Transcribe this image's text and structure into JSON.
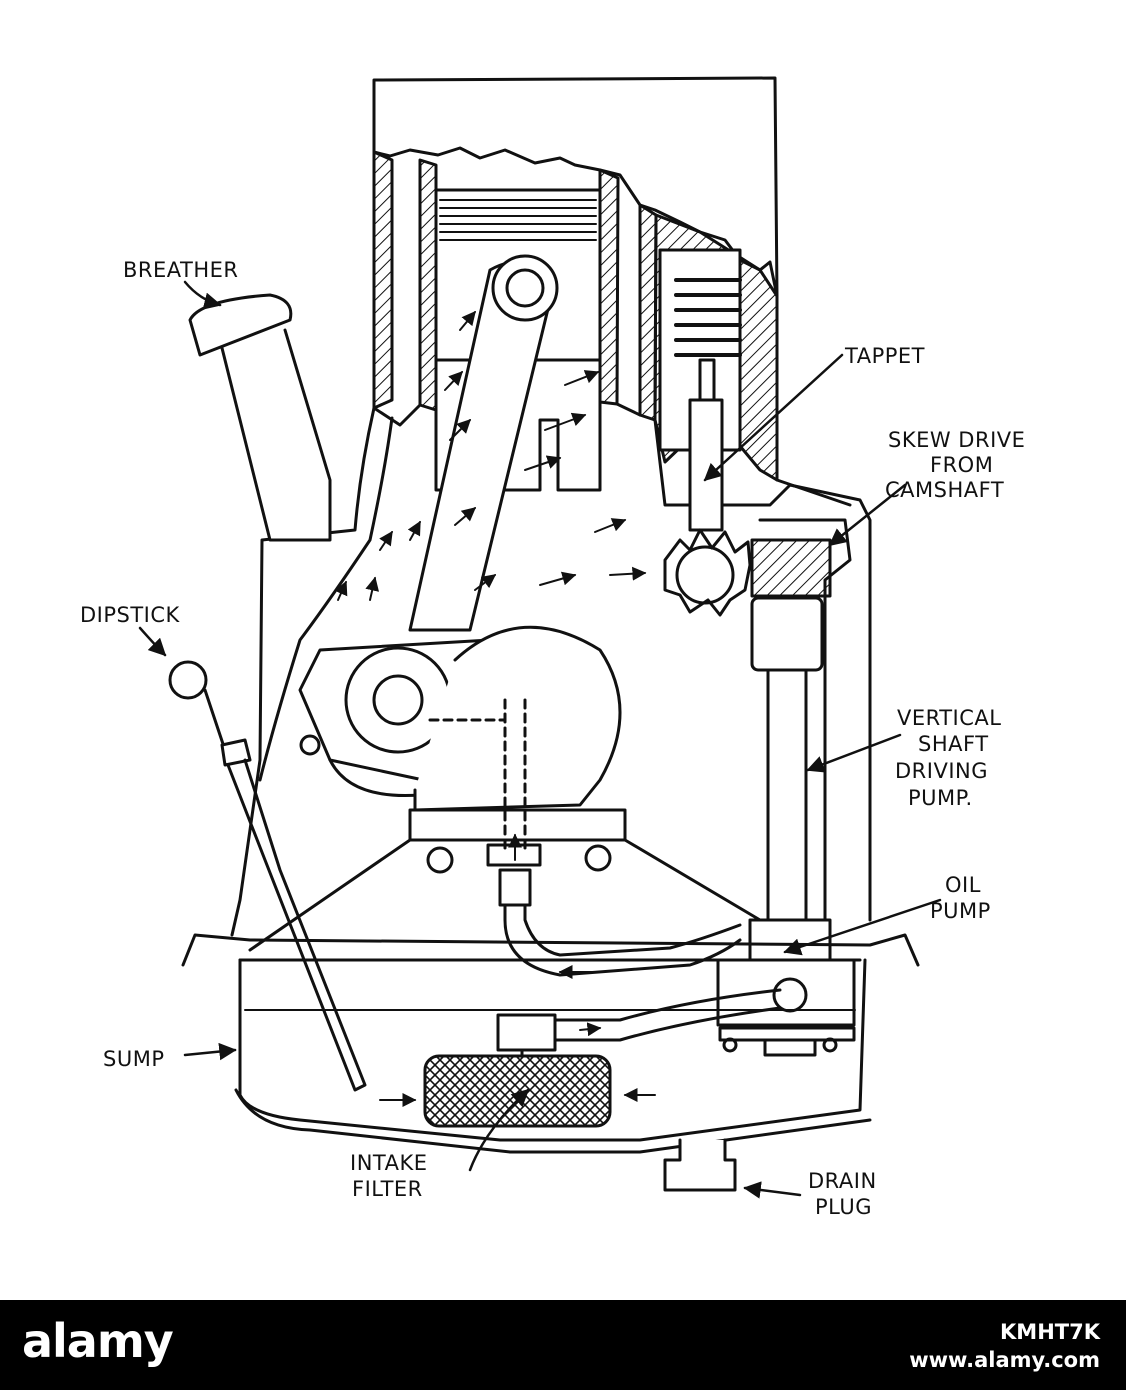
{
  "labels": {
    "breather": "BREATHER",
    "tappet": "TAPPET",
    "skew_drive_1": "SKEW DRIVE",
    "skew_drive_2": "FROM",
    "skew_drive_3": "CAMSHAFT",
    "dipstick": "DIPSTICK",
    "vertical_1": "VERTICAL",
    "vertical_2": "SHAFT",
    "vertical_3": "DRIVING",
    "vertical_4": "PUMP.",
    "oil_pump_1": "OIL",
    "oil_pump_2": "PUMP",
    "sump": "SUMP",
    "intake_1": "INTAKE",
    "intake_2": "FILTER",
    "drain_1": "DRAIN",
    "drain_2": "PLUG"
  },
  "footer": {
    "brand": "alamy",
    "image_id": "KMHT7K",
    "site": "www.alamy.com"
  },
  "colors": {
    "line": "#111111",
    "background": "#ffffff",
    "footer": "#000000"
  }
}
